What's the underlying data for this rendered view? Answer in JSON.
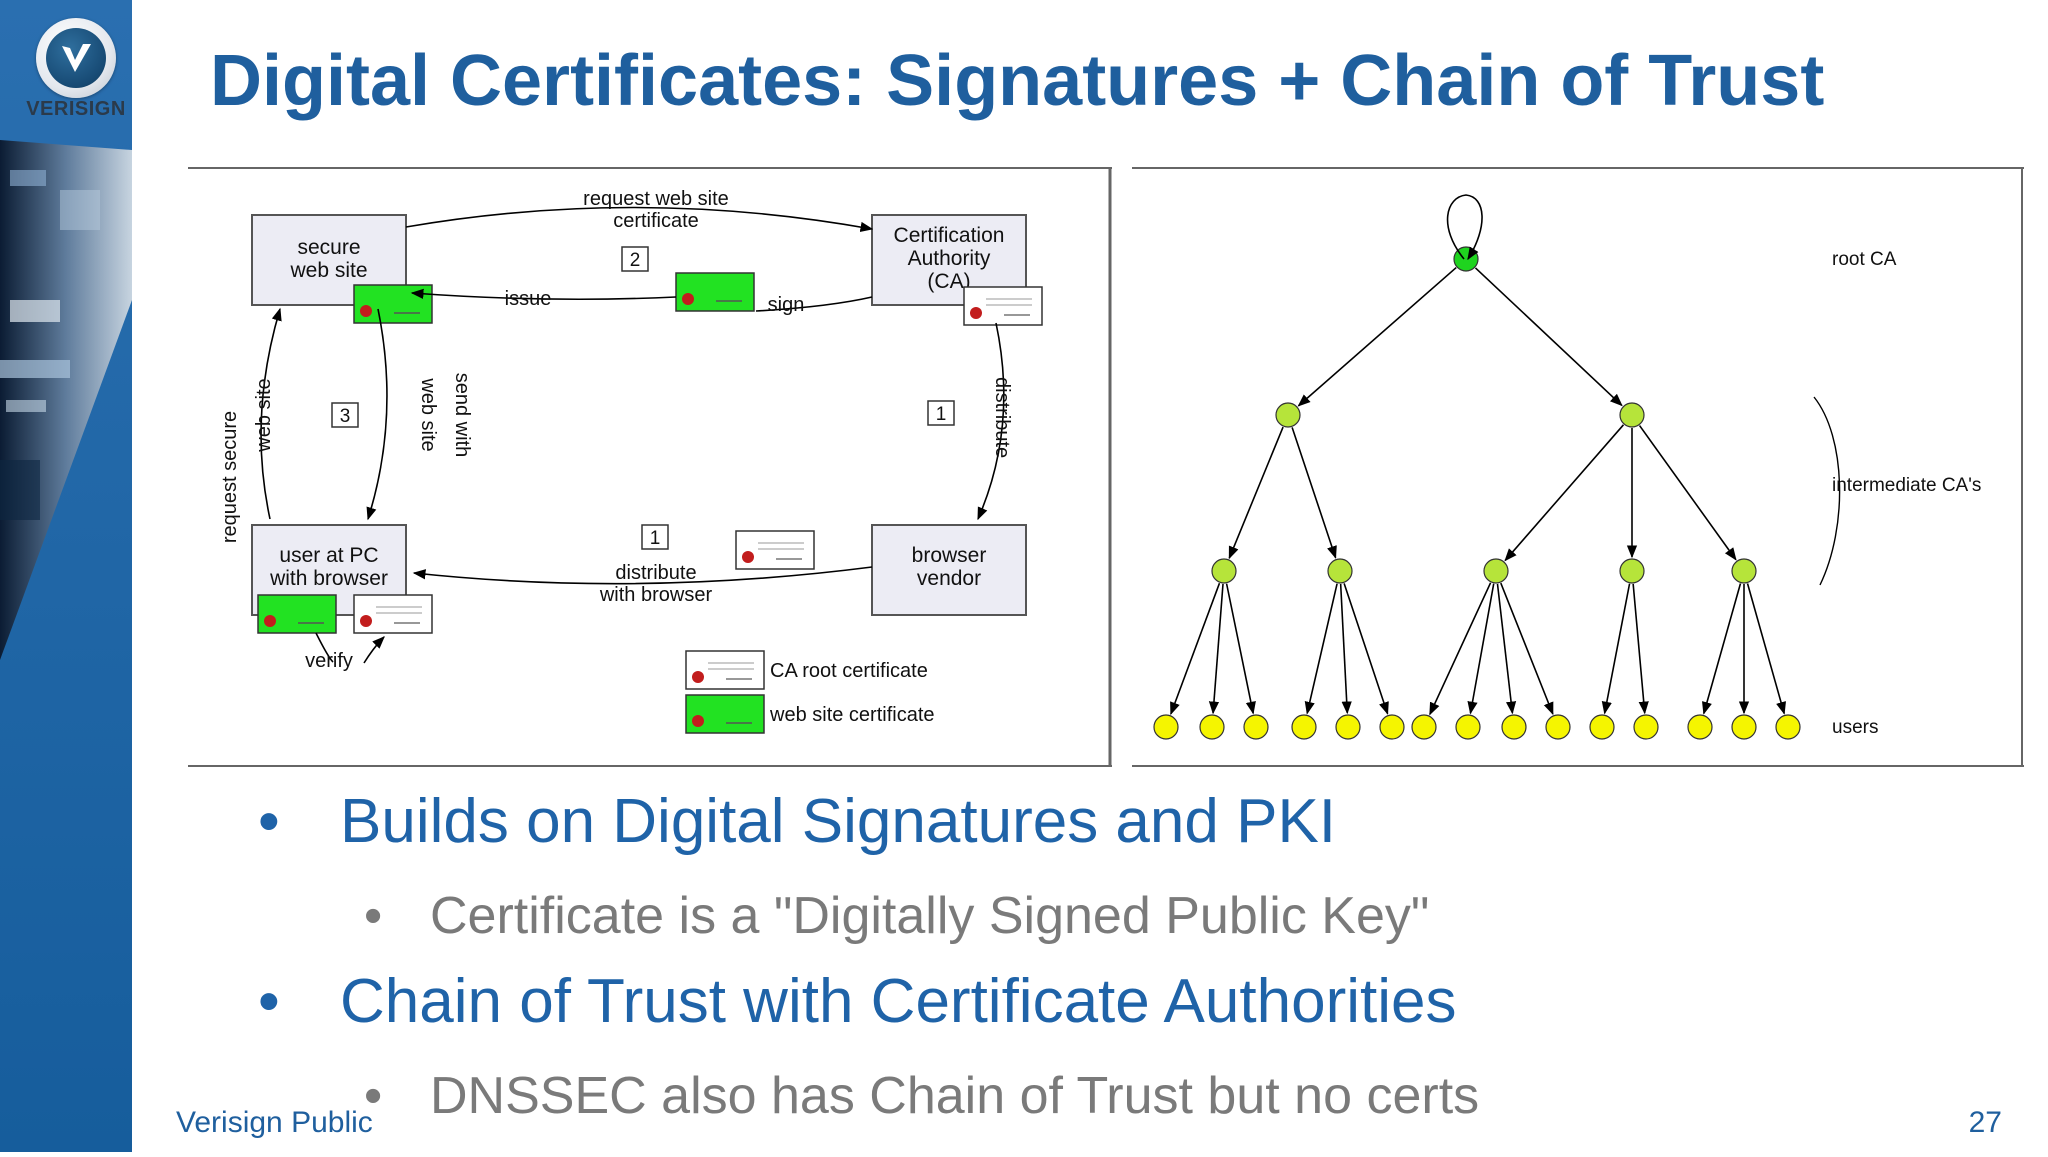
{
  "slide": {
    "title": "Digital Certificates: Signatures + Chain of Trust",
    "logo_text": "VERISIGN",
    "footer": "Verisign Public",
    "page_number": "27"
  },
  "left_diagram": {
    "nodes": {
      "secure_site": [
        "secure",
        "web site"
      ],
      "ca": [
        "Certification",
        "Authority",
        "(CA)"
      ],
      "user_pc": [
        "user at PC",
        "with browser"
      ],
      "browser_vendor": [
        "browser",
        "vendor"
      ]
    },
    "labels": {
      "request_cert": [
        "request web site",
        "certificate"
      ],
      "issue": "issue",
      "sign": "sign",
      "distribute": "distribute",
      "distribute_with_browser": [
        "distribute",
        "with browser"
      ],
      "request_secure": [
        "request secure",
        "web site"
      ],
      "send_with": [
        "send with",
        "web site"
      ],
      "verify": "verify"
    },
    "step_numbers": {
      "step_request": "2",
      "step_secure": "3",
      "step_distribute": "1",
      "step_distribute_browser": "1"
    },
    "legend": {
      "root_cert": "CA root certificate",
      "site_cert": "web site certificate"
    }
  },
  "right_diagram": {
    "labels": {
      "root": "root CA",
      "intermediate": "intermediate CA's",
      "users": "users"
    }
  },
  "bullets": [
    {
      "level": 1,
      "text": "Builds on Digital Signatures and PKI"
    },
    {
      "level": 2,
      "text": "Certificate is a \"Digitally Signed Public Key\""
    },
    {
      "level": 1,
      "text": "Chain of Trust with Certificate Authorities"
    },
    {
      "level": 2,
      "text": "DNSSEC also has Chain of Trust but no certs"
    }
  ],
  "bullet_char": "•",
  "colors": {
    "title": "#1f5f9e",
    "level1": "#1f63a8",
    "level2": "#7a7a7a",
    "site_cert": "#22e222",
    "root_node": "#1fd41f",
    "intermediate_node": "#b6e43a",
    "user_node": "#f5f500"
  }
}
